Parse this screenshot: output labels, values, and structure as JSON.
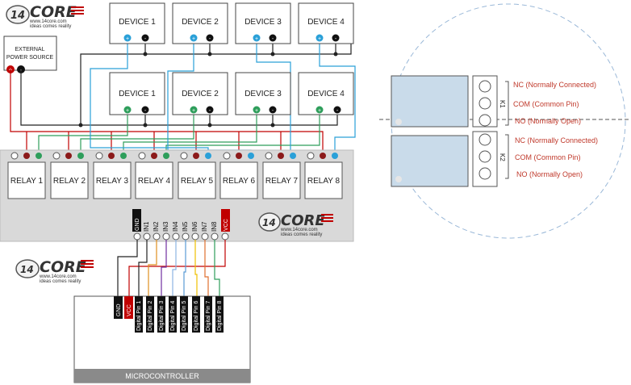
{
  "logo": {
    "badge": "14",
    "name": "CORE",
    "url": "www.14core.com",
    "tagline": "ideas comes reality"
  },
  "external_power": {
    "line1": "EXTERNAL",
    "line2": "POWER SOURCE",
    "plus": "+",
    "minus": "-"
  },
  "devices_top": [
    "DEVICE 1",
    "DEVICE 2",
    "DEVICE 3",
    "DEVICE 4"
  ],
  "devices_bottom": [
    "DEVICE 1",
    "DEVICE 2",
    "DEVICE 3",
    "DEVICE 4"
  ],
  "relays": [
    "RELAY 1",
    "RELAY 2",
    "RELAY 3",
    "RELAY 4",
    "RELAY 5",
    "RELAY 6",
    "RELAY 7",
    "RELAY 8"
  ],
  "module_pins": {
    "gnd": "GND",
    "vcc": "VCC",
    "inputs": [
      "IN1",
      "IN2",
      "IN3",
      "IN4",
      "IN5",
      "IN6",
      "IN7",
      "IN8"
    ]
  },
  "mcu": {
    "label": "MICROCONTROLLER",
    "gnd": "GND",
    "vcc": "VCC",
    "pins": [
      "Digital Pin 1",
      "Digital Pin 2",
      "Digital Pin 3",
      "Digital Pin 4",
      "Digital Pin 5",
      "Digital Pin 6",
      "Digital Pin 7",
      "Digital Pin 8"
    ]
  },
  "detail": {
    "k1": "K1",
    "k2": "K2",
    "k1_labels": [
      "NC (Normally Connected)",
      "COM (Common Pin)",
      "NO (Normally Open)"
    ],
    "k2_labels": [
      "NC (Normally Connected)",
      "COM (Common Pin)",
      "NO (Normally Open)"
    ]
  },
  "colors": {
    "red": "#c00000",
    "dark_red": "#8b1a1a",
    "green": "#2e9e5b",
    "blue": "#2aa0d8",
    "wire_dark": "#222222",
    "relay_board": "#d9d9d9",
    "relay_light_blue": "#c9dbea"
  },
  "icons": [
    "plus-terminal-icon",
    "minus-terminal-icon"
  ]
}
